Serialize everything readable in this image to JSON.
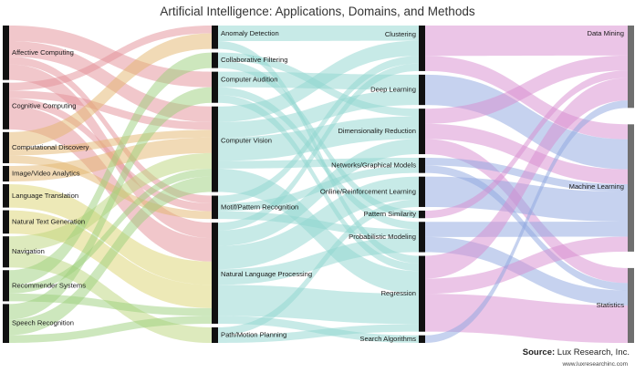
{
  "title": "Artificial Intelligence: Applications, Domains, and Methods",
  "source": {
    "prefix": "Source:",
    "name": "Lux Research, Inc.",
    "url": "www.luxresearchinc.com"
  },
  "chart_data": {
    "type": "sankey",
    "columns": [
      [
        {
          "name": "Affective Computing",
          "value": 7,
          "color": "#e48f98"
        },
        {
          "name": "Cognitive Computing",
          "value": 6,
          "color": "#e48f98"
        },
        {
          "name": "Computational Discovery",
          "value": 4,
          "color": "#e3b56e"
        },
        {
          "name": "Image/Video Analytics",
          "value": 2,
          "color": "#e3b56e"
        },
        {
          "name": "Language Translation",
          "value": 3,
          "color": "#dcd36f"
        },
        {
          "name": "Natural Text Generation",
          "value": 3,
          "color": "#dcd36f"
        },
        {
          "name": "Navigation",
          "value": 4,
          "color": "#bcd67c"
        },
        {
          "name": "Recommender Systems",
          "value": 4,
          "color": "#9ccf7b"
        },
        {
          "name": "Speech Recognition",
          "value": 5,
          "color": "#9ccf7b"
        }
      ],
      [
        {
          "name": "Anomaly Detection",
          "value": 3,
          "color": "#7fd1d3"
        },
        {
          "name": "Collaborative Filtering",
          "value": 2,
          "color": "#7fd1d3"
        },
        {
          "name": "Computer Audition",
          "value": 4,
          "color": "#7fd1d3"
        },
        {
          "name": "Computer Vision",
          "value": 11,
          "color": "#7fd1d3"
        },
        {
          "name": "Motif/Pattern Recognition",
          "value": 3,
          "color": "#7fd1d3"
        },
        {
          "name": "Natural Language Processing",
          "value": 13,
          "color": "#7fd1d3"
        },
        {
          "name": "Path/Motion Planning",
          "value": 2,
          "color": "#7fd1d3"
        }
      ],
      [
        {
          "name": "Clustering",
          "value": 6,
          "color": "#d78bd0"
        },
        {
          "name": "Deep Learning",
          "value": 4,
          "color": "#8ea6e0"
        },
        {
          "name": "Dimensionality Reduction",
          "value": 6,
          "color": "#d78bd0"
        },
        {
          "name": "Networks/Graphical Models",
          "value": 2,
          "color": "#8ea6e0"
        },
        {
          "name": "Online/Reinforcement Learning",
          "value": 4,
          "color": "#8ea6e0"
        },
        {
          "name": "Pattern Similarity",
          "value": 1,
          "color": "#d78bd0"
        },
        {
          "name": "Probabilistic Modeling",
          "value": 4,
          "color": "#8ea6e0"
        },
        {
          "name": "Regression",
          "value": 10,
          "color": "#d78bd0"
        },
        {
          "name": "Search Algorithms",
          "value": 1,
          "color": "#8ea6e0"
        }
      ],
      [
        {
          "name": "Data Mining",
          "value": 11,
          "color": "#d78bd0"
        },
        {
          "name": "Machine Learning",
          "value": 17,
          "color": "#8ea6e0"
        },
        {
          "name": "Statistics",
          "value": 10,
          "color": "#d78bd0"
        }
      ]
    ],
    "links": [
      {
        "source": "Affective Computing",
        "target": "Computer Vision",
        "value": 2
      },
      {
        "source": "Affective Computing",
        "target": "Motif/Pattern Recognition",
        "value": 1
      },
      {
        "source": "Affective Computing",
        "target": "Natural Language Processing",
        "value": 2
      },
      {
        "source": "Affective Computing",
        "target": "Computer Audition",
        "value": 2
      },
      {
        "source": "Cognitive Computing",
        "target": "Natural Language Processing",
        "value": 3
      },
      {
        "source": "Cognitive Computing",
        "target": "Computer Vision",
        "value": 1
      },
      {
        "source": "Cognitive Computing",
        "target": "Motif/Pattern Recognition",
        "value": 1
      },
      {
        "source": "Cognitive Computing",
        "target": "Anomaly Detection",
        "value": 1
      },
      {
        "source": "Computational Discovery",
        "target": "Anomaly Detection",
        "value": 2
      },
      {
        "source": "Computational Discovery",
        "target": "Motif/Pattern Recognition",
        "value": 1
      },
      {
        "source": "Computational Discovery",
        "target": "Computer Vision",
        "value": 1
      },
      {
        "source": "Image/Video Analytics",
        "target": "Computer Vision",
        "value": 2
      },
      {
        "source": "Language Translation",
        "target": "Natural Language Processing",
        "value": 3
      },
      {
        "source": "Natural Text Generation",
        "target": "Natural Language Processing",
        "value": 3
      },
      {
        "source": "Navigation",
        "target": "Path/Motion Planning",
        "value": 2
      },
      {
        "source": "Navigation",
        "target": "Computer Vision",
        "value": 2
      },
      {
        "source": "Recommender Systems",
        "target": "Collaborative Filtering",
        "value": 2
      },
      {
        "source": "Recommender Systems",
        "target": "Computer Vision",
        "value": 1
      },
      {
        "source": "Recommender Systems",
        "target": "Natural Language Processing",
        "value": 1
      },
      {
        "source": "Speech Recognition",
        "target": "Computer Audition",
        "value": 2
      },
      {
        "source": "Speech Recognition",
        "target": "Natural Language Processing",
        "value": 1
      },
      {
        "source": "Speech Recognition",
        "target": "Computer Vision",
        "value": 2
      },
      {
        "source": "Anomaly Detection",
        "target": "Clustering",
        "value": 2
      },
      {
        "source": "Anomaly Detection",
        "target": "Regression",
        "value": 1
      },
      {
        "source": "Collaborative Filtering",
        "target": "Dimensionality Reduction",
        "value": 1
      },
      {
        "source": "Collaborative Filtering",
        "target": "Pattern Similarity",
        "value": 1
      },
      {
        "source": "Computer Audition",
        "target": "Deep Learning",
        "value": 2
      },
      {
        "source": "Computer Audition",
        "target": "Probabilistic Modeling",
        "value": 1
      },
      {
        "source": "Computer Audition",
        "target": "Regression",
        "value": 1
      },
      {
        "source": "Computer Vision",
        "target": "Deep Learning",
        "value": 2
      },
      {
        "source": "Computer Vision",
        "target": "Dimensionality Reduction",
        "value": 3
      },
      {
        "source": "Computer Vision",
        "target": "Clustering",
        "value": 2
      },
      {
        "source": "Computer Vision",
        "target": "Regression",
        "value": 3
      },
      {
        "source": "Computer Vision",
        "target": "Networks/Graphical Models",
        "value": 1
      },
      {
        "source": "Motif/Pattern Recognition",
        "target": "Clustering",
        "value": 1
      },
      {
        "source": "Motif/Pattern Recognition",
        "target": "Networks/Graphical Models",
        "value": 1
      },
      {
        "source": "Motif/Pattern Recognition",
        "target": "Probabilistic Modeling",
        "value": 1
      },
      {
        "source": "Natural Language Processing",
        "target": "Regression",
        "value": 4
      },
      {
        "source": "Natural Language Processing",
        "target": "Probabilistic Modeling",
        "value": 2
      },
      {
        "source": "Natural Language Processing",
        "target": "Online/Reinforcement Learning",
        "value": 3
      },
      {
        "source": "Natural Language Processing",
        "target": "Dimensionality Reduction",
        "value": 2
      },
      {
        "source": "Natural Language Processing",
        "target": "Clustering",
        "value": 1
      },
      {
        "source": "Natural Language Processing",
        "target": "Search Algorithms",
        "value": 1
      },
      {
        "source": "Path/Motion Planning",
        "target": "Online/Reinforcement Learning",
        "value": 1
      },
      {
        "source": "Path/Motion Planning",
        "target": "Regression",
        "value": 1
      },
      {
        "source": "Clustering",
        "target": "Data Mining",
        "value": 4
      },
      {
        "source": "Clustering",
        "target": "Machine Learning",
        "value": 2
      },
      {
        "source": "Deep Learning",
        "target": "Machine Learning",
        "value": 4
      },
      {
        "source": "Dimensionality Reduction",
        "target": "Data Mining",
        "value": 2
      },
      {
        "source": "Dimensionality Reduction",
        "target": "Machine Learning",
        "value": 2
      },
      {
        "source": "Dimensionality Reduction",
        "target": "Statistics",
        "value": 2
      },
      {
        "source": "Networks/Graphical Models",
        "target": "Machine Learning",
        "value": 1
      },
      {
        "source": "Networks/Graphical Models",
        "target": "Statistics",
        "value": 1
      },
      {
        "source": "Online/Reinforcement Learning",
        "target": "Machine Learning",
        "value": 4
      },
      {
        "source": "Pattern Similarity",
        "target": "Data Mining",
        "value": 1
      },
      {
        "source": "Probabilistic Modeling",
        "target": "Statistics",
        "value": 2
      },
      {
        "source": "Probabilistic Modeling",
        "target": "Machine Learning",
        "value": 2
      },
      {
        "source": "Regression",
        "target": "Statistics",
        "value": 5
      },
      {
        "source": "Regression",
        "target": "Data Mining",
        "value": 3
      },
      {
        "source": "Regression",
        "target": "Machine Learning",
        "value": 2
      },
      {
        "source": "Search Algorithms",
        "target": "Data Mining",
        "value": 1
      }
    ]
  }
}
